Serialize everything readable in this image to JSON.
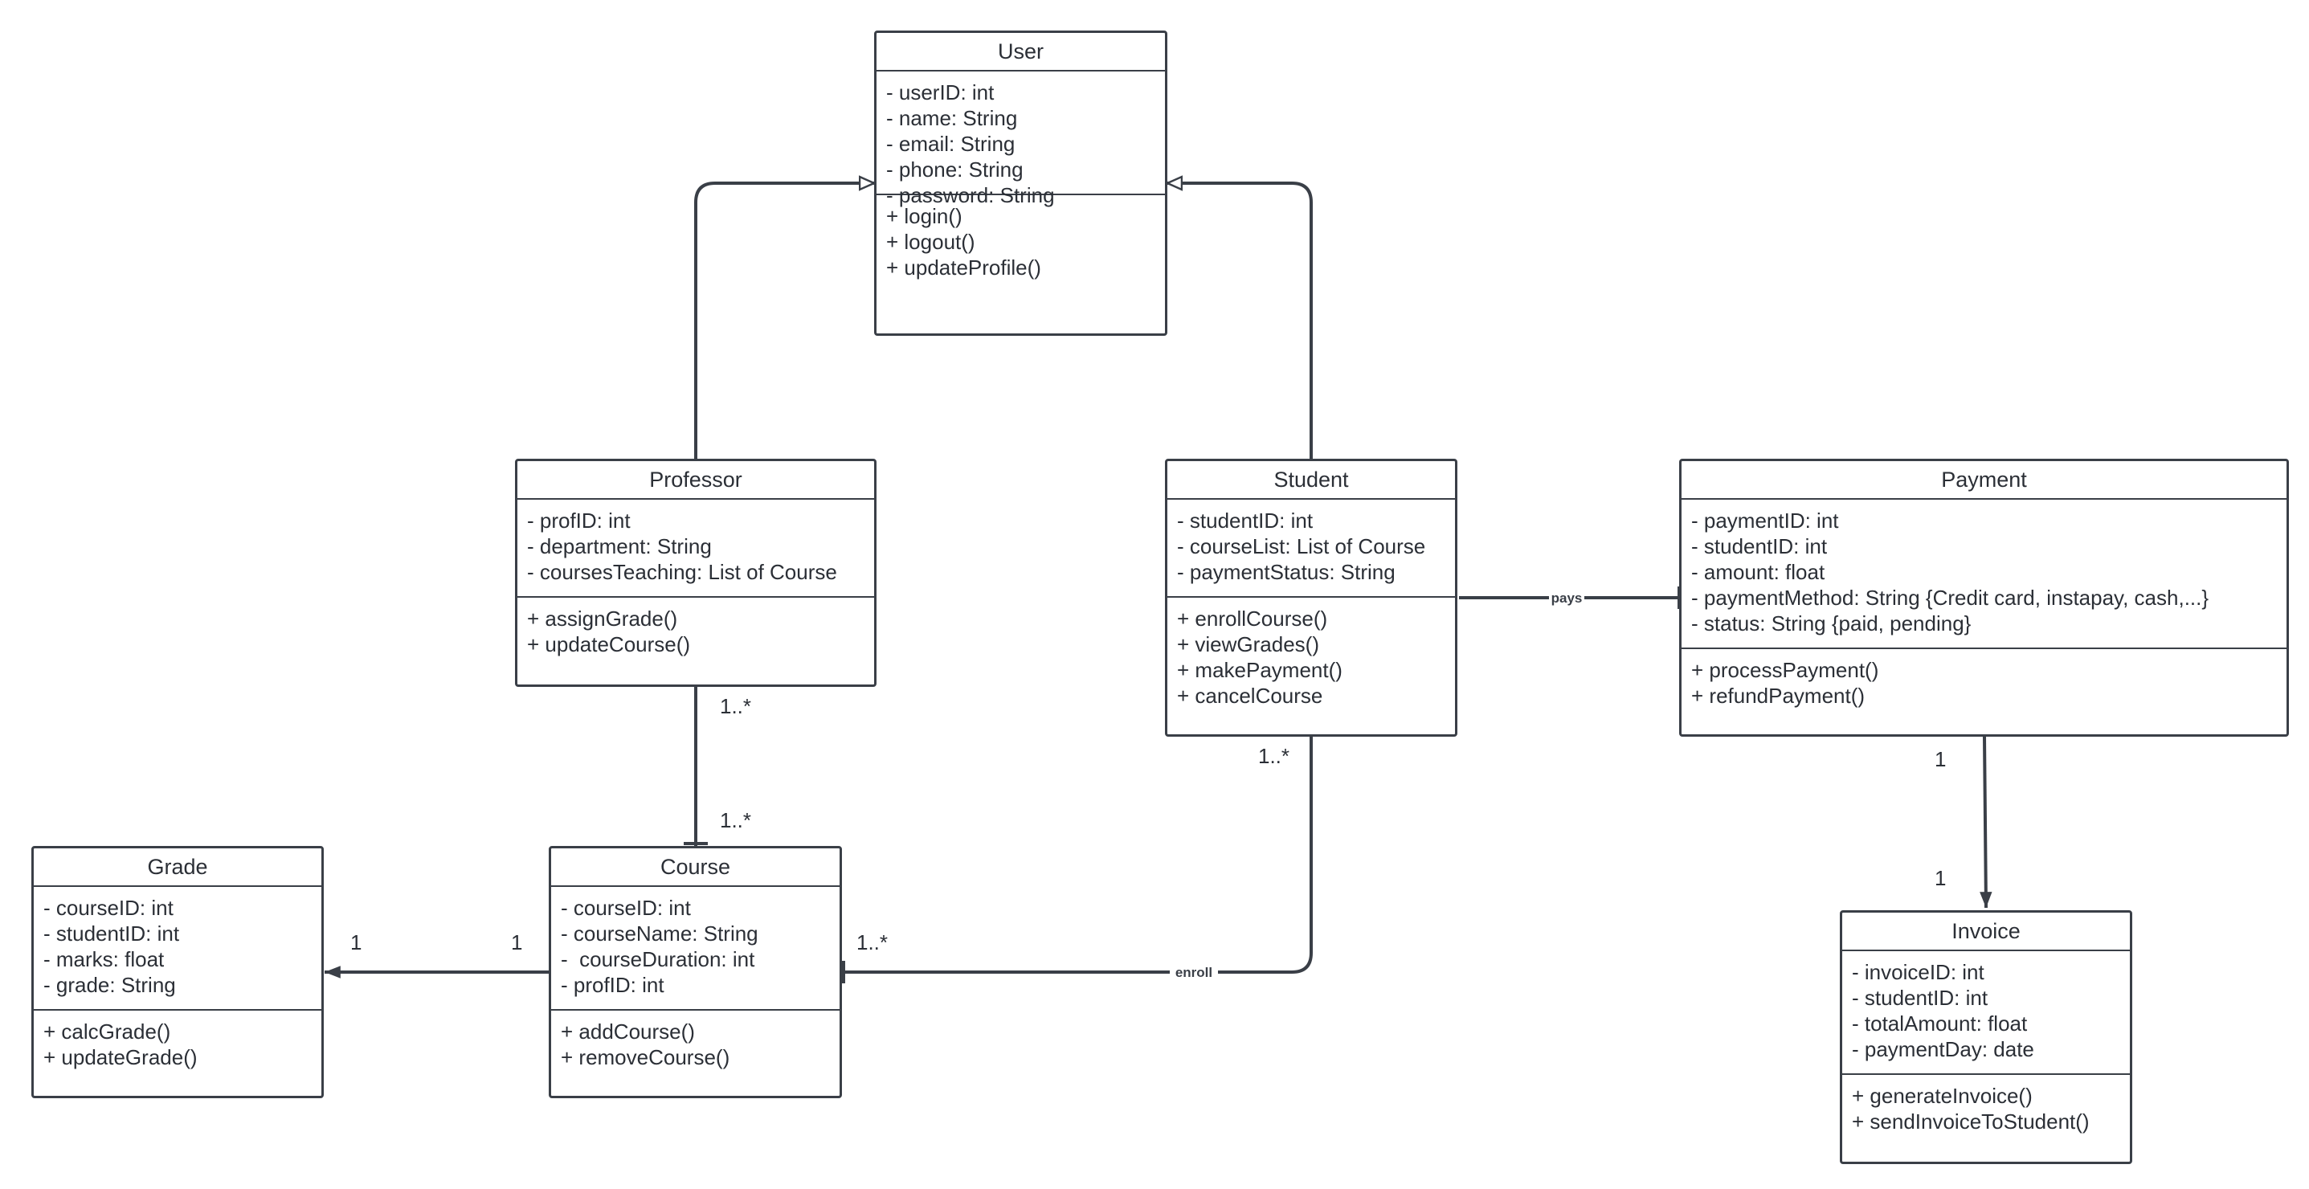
{
  "classes": {
    "user": {
      "name": "User",
      "attributes": [
        "- userID: int",
        "- name: String",
        "- email: String",
        "- phone: String",
        "- password: String"
      ],
      "methods": [
        "+ login()",
        "+ logout()",
        "+ updateProfile()"
      ]
    },
    "professor": {
      "name": "Professor",
      "attributes": [
        "- profID: int",
        "- department: String",
        "- coursesTeaching: List of Course"
      ],
      "methods": [
        "+ assignGrade()",
        "+ updateCourse()"
      ]
    },
    "student": {
      "name": "Student",
      "attributes": [
        "- studentID: int",
        "- courseList: List of Course",
        "- paymentStatus: String"
      ],
      "methods": [
        "+ enrollCourse()",
        "+ viewGrades()",
        "+ makePayment()",
        "+ cancelCourse"
      ]
    },
    "payment": {
      "name": "Payment",
      "attributes": [
        "- paymentID: int",
        "- studentID: int",
        "- amount: float",
        "- paymentMethod: String {Credit card, instapay, cash,...}",
        "- status: String {paid, pending}"
      ],
      "methods": [
        "+ processPayment()",
        "+ refundPayment()"
      ]
    },
    "grade": {
      "name": "Grade",
      "attributes": [
        "- courseID: int",
        "- studentID: int",
        "- marks: float",
        "- grade: String"
      ],
      "methods": [
        "+ calcGrade()",
        "+ updateGrade()"
      ]
    },
    "course": {
      "name": "Course",
      "attributes": [
        "- courseID: int",
        "- courseName: String",
        "-  courseDuration: int",
        "- profID: int"
      ],
      "methods": [
        "+ addCourse()",
        "+ removeCourse()"
      ]
    },
    "invoice": {
      "name": "Invoice",
      "attributes": [
        "- invoiceID: int",
        "- studentID: int",
        "- totalAmount: float",
        "- paymentDay: date"
      ],
      "methods": [
        "+ generateInvoice()",
        "+ sendInvoiceToStudent()"
      ]
    }
  },
  "relations": {
    "student_payment": {
      "label": "pays"
    },
    "student_course": {
      "label": "enroll",
      "student_end": "1..*",
      "course_end": "1..*"
    },
    "professor_course": {
      "professor_end": "1..*",
      "course_end": "1..*"
    },
    "course_grade": {
      "course_end": "1",
      "grade_end": "1"
    },
    "payment_invoice": {
      "payment_end": "1",
      "invoice_end": "1"
    }
  },
  "colors": {
    "line": "#3a3f47",
    "text": "#2b2f36",
    "background": "#ffffff"
  }
}
